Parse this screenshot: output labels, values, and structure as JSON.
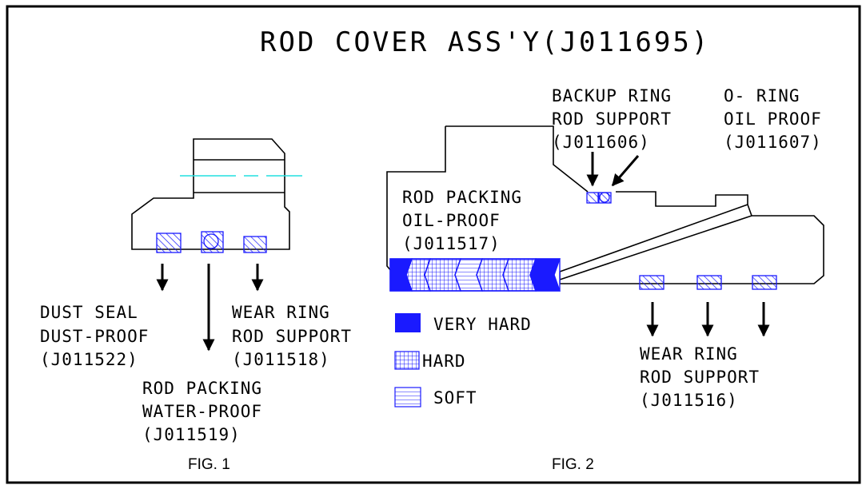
{
  "title": "ROD COVER ASS'Y(J011695)",
  "fig1": {
    "caption": "FIG. 1",
    "dust_seal": [
      "DUST SEAL",
      "DUST-PROOF",
      "(J011522)"
    ],
    "wear_ring": [
      "WEAR RING",
      "ROD SUPPORT",
      "(J011518)"
    ],
    "rod_packing": [
      "ROD PACKING",
      "WATER-PROOF",
      "(J011519)"
    ]
  },
  "fig2": {
    "caption": "FIG. 2",
    "backup_ring": [
      "BACKUP RING",
      "ROD SUPPORT",
      "(J011606)"
    ],
    "o_ring": [
      "O- RING",
      "OIL PROOF",
      "(J011607)"
    ],
    "rod_packing": [
      "ROD PACKING",
      "OIL-PROOF",
      "(J011517)"
    ],
    "wear_ring": [
      "WEAR RING",
      "ROD SUPPORT",
      "(J011516)"
    ]
  },
  "legend": {
    "very_hard": "VERY HARD",
    "hard": "HARD",
    "soft": "SOFT"
  },
  "colors": {
    "seal": "#1a1aff",
    "centerline": "#22e0e0",
    "line": "#000000"
  }
}
